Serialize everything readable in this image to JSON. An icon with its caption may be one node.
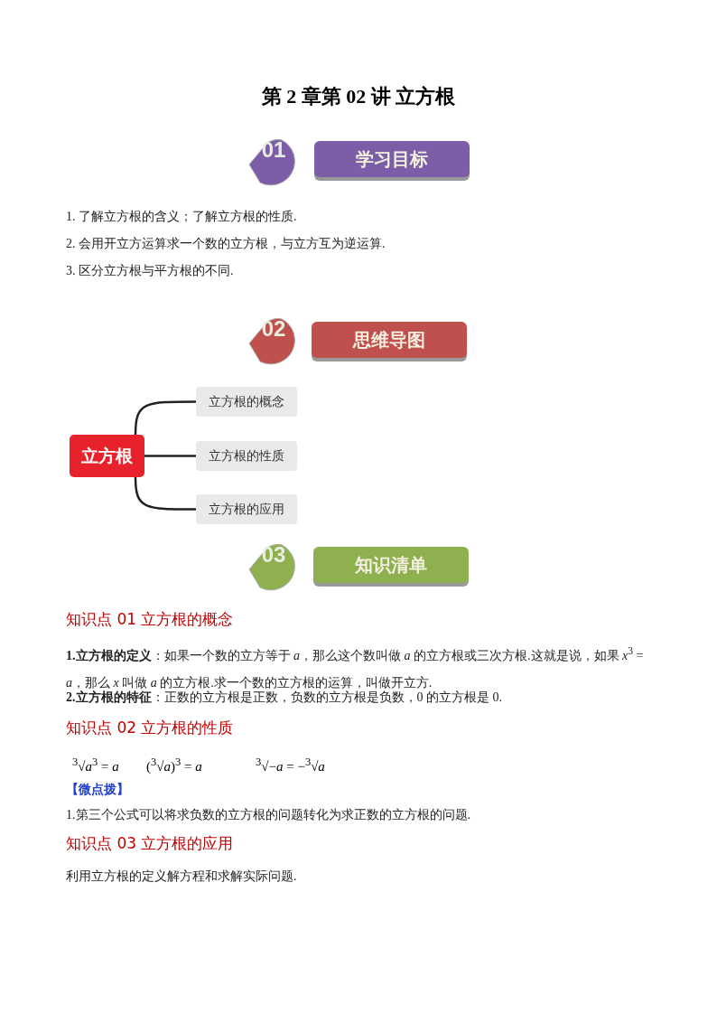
{
  "diagram": {
    "title": "第 2 章第 02 讲  立方根",
    "nodes": [
      {
        "text": [
          "01"
        ]
      },
      {
        "text": [
          "学习目标"
        ]
      },
      {
        "text": [
          "02"
        ]
      },
      {
        "text": [
          "思维导图"
        ]
      },
      {
        "text": [
          "立方根"
        ]
      },
      {
        "text": [
          "立方根的概念"
        ]
      },
      {
        "text": [
          "立方根的性质"
        ]
      },
      {
        "text": [
          "立方根的应用"
        ]
      },
      {
        "text": [
          "03"
        ]
      },
      {
        "text": [
          "知识清单"
        ]
      }
    ],
    "edges": [
      {
        "from": 4,
        "to": 5,
        "arrow": "none"
      },
      {
        "from": 4,
        "to": 6,
        "arrow": "none"
      },
      {
        "from": 4,
        "to": 7,
        "arrow": "none"
      }
    ],
    "labels": [
      "1. 了解立方根的含义；了解立方根的性质.",
      "2. 会用开立方运算求一个数的立方根，与立方互为逆运算.",
      "3. 区分立方根与平方根的不同.",
      "知识点 01  立方根的概念",
      "**1.立方根的定义**：如果一个数的立方等于 *a*，那么这个数叫做 *a* 的立方根或三次方根.这就是说，如果 *x*$^{3}$ = *a*，那么 *x* 叫做 *a* 的立方根.求一个数的立方根的运算，叫做开立方.",
      "**2.立方根的特征**：正数的立方根是正数，负数的立方根是负数，0 的立方根是 0.",
      "知识点 02  立方根的性质",
      "$^{3}$√*a*$^{3}$ = *a*",
      "($^{3}$√*a*)$^{3}$ = *a*",
      "$^{3}$√−*a* = −$^{3}$√*a*",
      "【微点拨】",
      "1.第三个公式可以将求负数的立方根的问题转化为求正数的立方根的问题.",
      "知识点 03  立方根的应用",
      "利用立方根的定义解方程和求解实际问题."
    ]
  }
}
